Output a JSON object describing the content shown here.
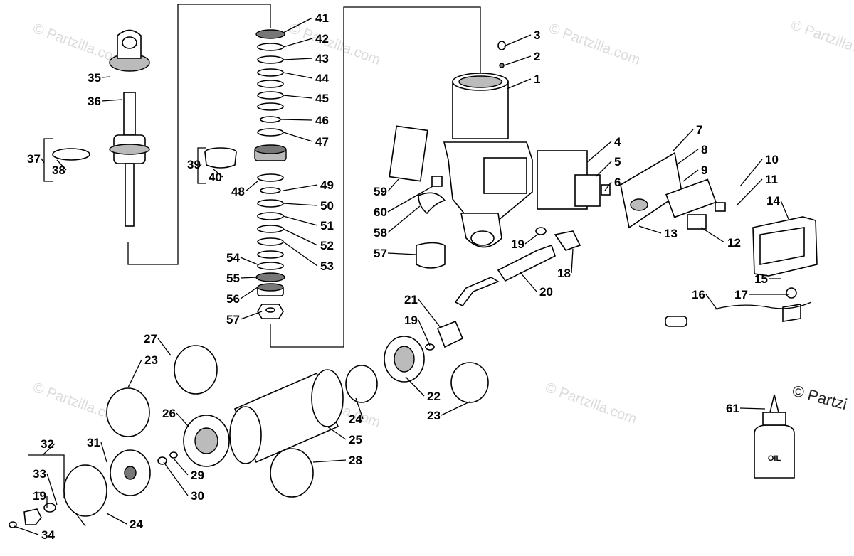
{
  "diagram": {
    "watermark": "© Partzilla.com",
    "brand_text": "© Partzi",
    "oil_bottle_text": "OIL",
    "labels": [
      "1",
      "2",
      "3",
      "4",
      "5",
      "6",
      "7",
      "8",
      "9",
      "10",
      "11",
      "12",
      "13",
      "14",
      "15",
      "16",
      "17",
      "18",
      "19",
      "20",
      "21",
      "22",
      "23",
      "24",
      "25",
      "26",
      "27",
      "28",
      "29",
      "30",
      "31",
      "32",
      "33",
      "34",
      "35",
      "36",
      "37",
      "38",
      "39",
      "40",
      "41",
      "42",
      "43",
      "44",
      "45",
      "46",
      "47",
      "48",
      "49",
      "50",
      "51",
      "52",
      "53",
      "54",
      "55",
      "56",
      "57",
      "58",
      "59",
      "60",
      "61"
    ]
  }
}
